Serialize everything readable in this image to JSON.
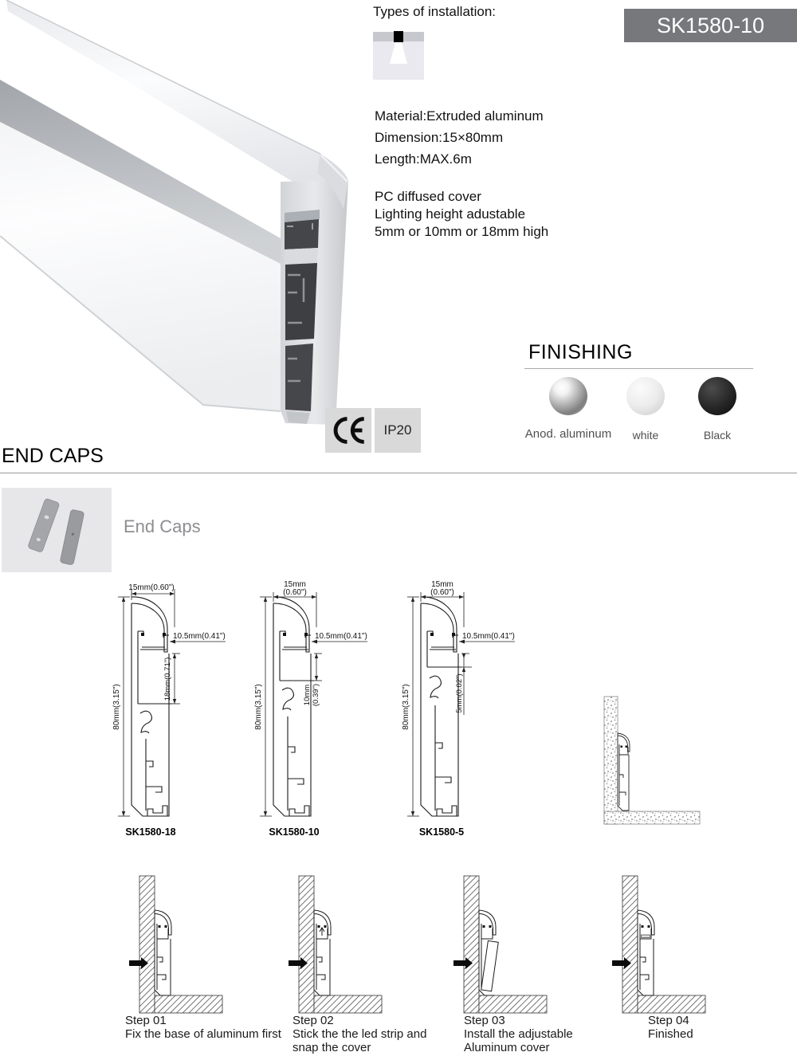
{
  "header": {
    "installation_label": "Types of installation:",
    "model_badge": "SK1580-10",
    "spec_lines": [
      "Material:Extruded aluminum",
      "Dimension:15×80mm",
      "Length:MAX.6m"
    ],
    "feature_lines": [
      "PC diffused cover",
      "Lighting height adustable",
      "5mm or 10mm or 18mm high"
    ],
    "ce_label": "CE",
    "ip_label": "IP20"
  },
  "finishing": {
    "title": "FINISHING",
    "options": [
      {
        "label": "Anod. aluminum",
        "color": "silver"
      },
      {
        "label": "white",
        "color": "#e0e0e0"
      },
      {
        "label": "Black",
        "color": "#1c1c1e"
      }
    ]
  },
  "end_caps": {
    "section_title": "END CAPS",
    "item_label": "End Caps"
  },
  "profiles": [
    {
      "label": "SK1580-18",
      "dim_top": [
        "15mm(0.60\")"
      ],
      "dim_side": "10.5mm(0.41\")",
      "dim_mid": [
        "18mm(0.71\")"
      ],
      "dim_height": "80mm(3.15\")"
    },
    {
      "label": "SK1580-10",
      "dim_top": [
        "15mm",
        "(0.60\")"
      ],
      "dim_side": "10.5mm(0.41\")",
      "dim_mid": [
        "10mm",
        "(0.39\")"
      ],
      "dim_height": "80mm(3.15\")"
    },
    {
      "label": "SK1580-5",
      "dim_top": [
        "15mm",
        "(0.60\")"
      ],
      "dim_side": "10.5mm(0.41\")",
      "dim_mid": [
        "5mm(0.02\")"
      ],
      "dim_height": "80mm(3.15\")"
    }
  ],
  "steps": [
    {
      "title": "Step 01",
      "desc": [
        "Fix the base of aluminum first"
      ]
    },
    {
      "title": "Step 02",
      "desc": [
        "Stick the the led strip and",
        "snap the cover"
      ]
    },
    {
      "title": "Step 03",
      "desc": [
        "Install the adjustable",
        "Aluminum cover"
      ]
    },
    {
      "title": "Step 04",
      "desc": [
        "Finished"
      ]
    }
  ]
}
